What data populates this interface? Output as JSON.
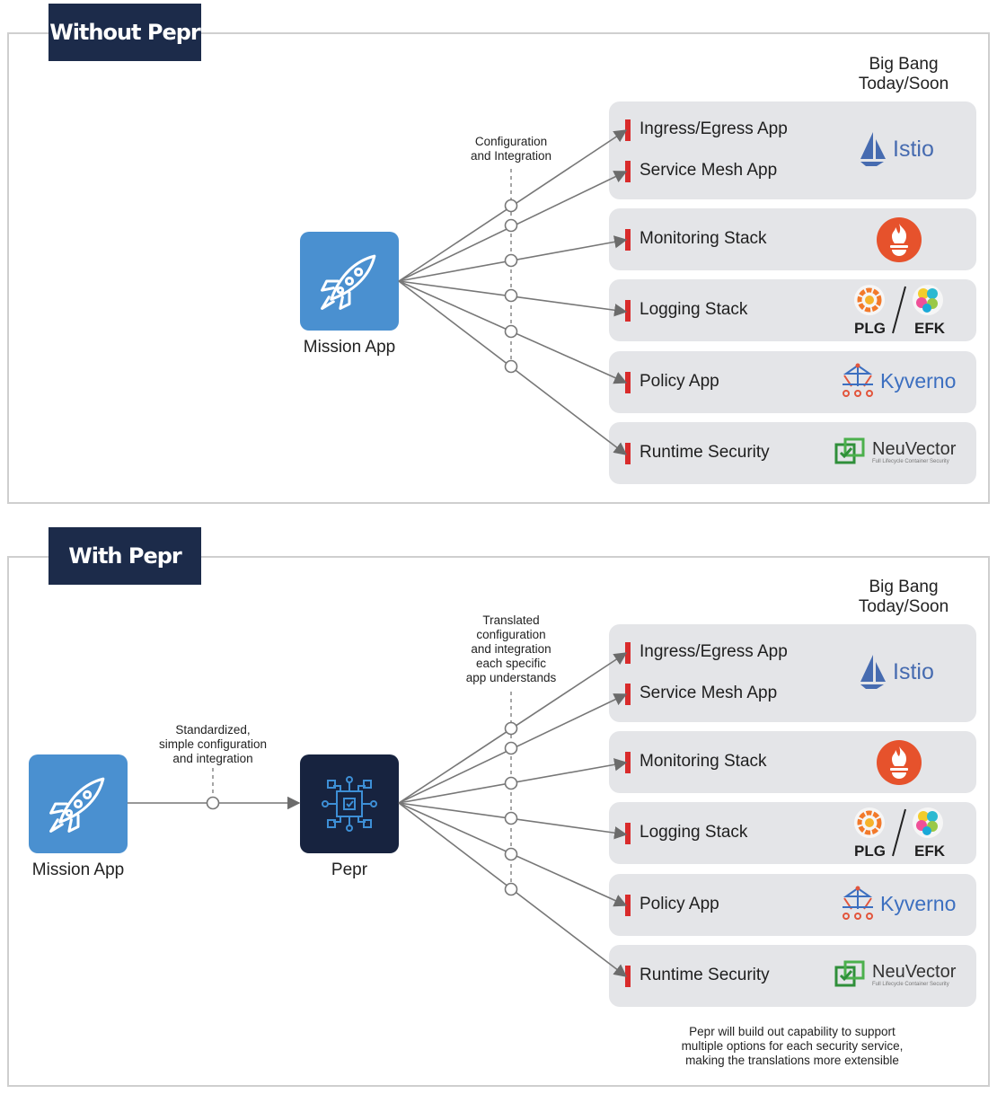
{
  "without": {
    "tag": "Without Pepr",
    "mission_label": "Mission App",
    "integration_note": [
      "Configuration",
      "and Integration"
    ],
    "bigbang_heading": [
      "Big Bang",
      "Today/Soon"
    ]
  },
  "with": {
    "tag": "With Pepr",
    "mission_label": "Mission App",
    "pepr_label": "Pepr",
    "standard_note": [
      "Standardized,",
      "simple configuration",
      "and integration"
    ],
    "translated_note": [
      "Translated",
      "configuration",
      "and integration",
      "each specific",
      "app understands"
    ],
    "bigbang_heading": [
      "Big Bang",
      "Today/Soon"
    ],
    "footer_note": [
      "Pepr will build out capability to support",
      "multiple options for each security service,",
      "making the translations more extensible"
    ]
  },
  "services": {
    "ingress": "Ingress/Egress App",
    "mesh": "Service Mesh App",
    "monitoring": "Monitoring Stack",
    "logging": "Logging Stack",
    "policy": "Policy App",
    "runtime": "Runtime Security"
  },
  "logos": {
    "istio": "Istio",
    "plg": "PLG",
    "efk": "EFK",
    "kyverno": "Kyverno",
    "neuvector": "NeuVector",
    "neuvector_sub": "Full Lifecycle Container Security"
  },
  "icons": [
    "rocket-icon",
    "chip-icon",
    "istio-sail-icon",
    "prometheus-icon",
    "grafana-icon",
    "elastic-icon",
    "kyverno-icon",
    "neuvector-icon"
  ],
  "colors": {
    "navy": "#1c2b4a",
    "app_blue": "#4a90d0",
    "pepr_navy": "#17233f",
    "card_grey": "#e4e5e8",
    "marker_red": "#d92b2b",
    "prometheus_orange": "#e6522c",
    "istio_blue": "#466bb0"
  }
}
